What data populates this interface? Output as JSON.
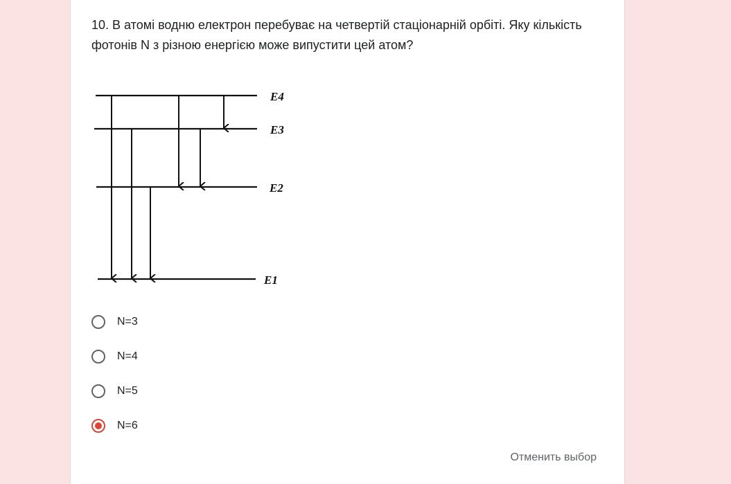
{
  "question": {
    "title": "10. В атомі водню електрон перебуває на четвертій стаціонарній орбіті. Яку кількість фотонів N з різною енергією може випустити цей атом?",
    "diagram_labels": [
      "E4",
      "E3",
      "E2",
      "E1"
    ],
    "options": [
      {
        "label": "N=3",
        "selected": false
      },
      {
        "label": "N=4",
        "selected": false
      },
      {
        "label": "N=5",
        "selected": false
      },
      {
        "label": "N=6",
        "selected": true
      }
    ],
    "clear_label": "Отменить выбор"
  },
  "colors": {
    "accent": "#db4437",
    "background": "#fce3e3"
  }
}
